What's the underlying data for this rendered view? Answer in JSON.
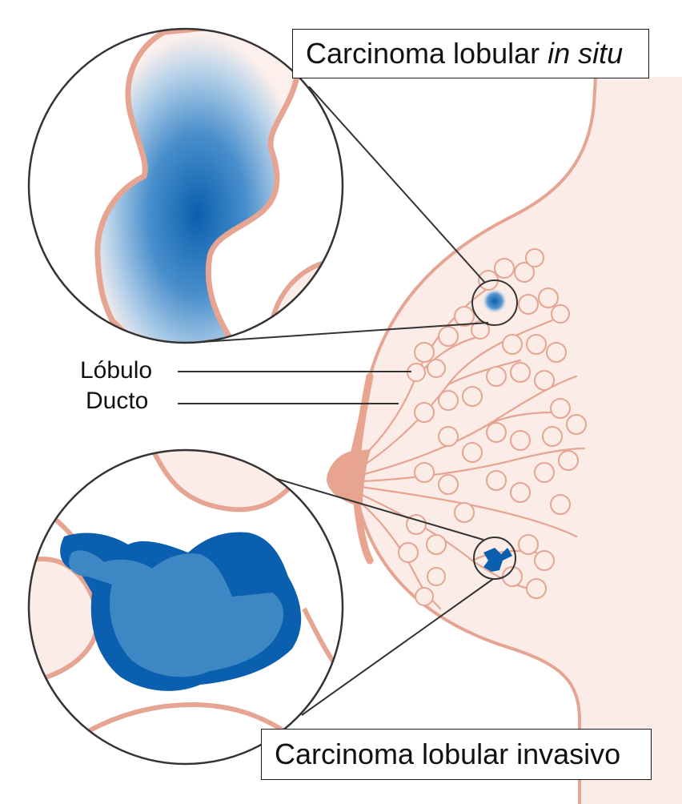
{
  "labels": {
    "lcis_prefix": "Carcinoma lobular ",
    "lcis_italic": "in situ",
    "ilc": "Carcinoma lobular invasivo",
    "lobule": "Lóbulo",
    "duct": "Ducto"
  },
  "colors": {
    "tissue_fill": "#fbece7",
    "tissue_outline": "#e5a592",
    "nipple": "#e8a48f",
    "tumor_blue_dark": "#0a5fae",
    "tumor_blue_light": "#3d88c4",
    "callout_line": "#333333"
  }
}
